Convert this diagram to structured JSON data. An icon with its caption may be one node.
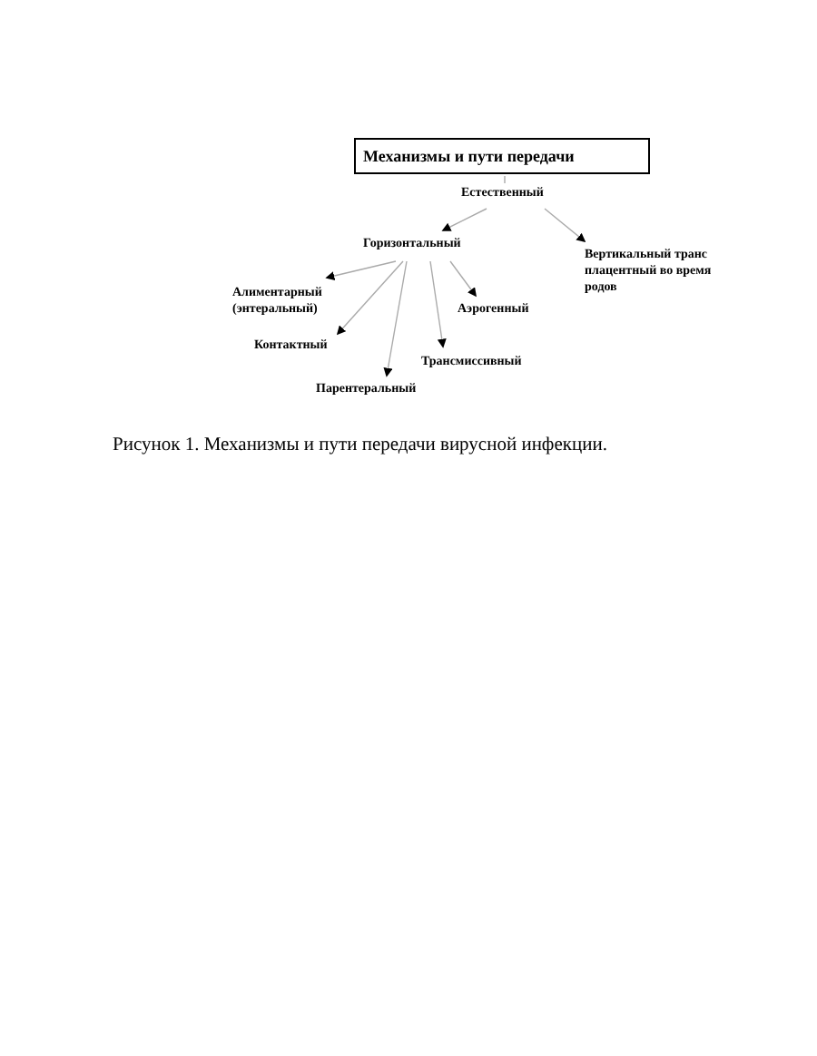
{
  "diagram": {
    "caption": "Рисунок 1. Механизмы и пути передачи вирусной инфекции.",
    "nodes": [
      {
        "text": [
          "Механизмы и пути передачи"
        ]
      },
      {
        "text": [
          "Естественный"
        ]
      },
      {
        "text": [
          "Горизонтальный"
        ]
      },
      {
        "text": [
          "Вертикальный транс плацентный во время родов"
        ]
      },
      {
        "text": [
          "Алиментарный (энтеральный)"
        ]
      },
      {
        "text": [
          "Контактный"
        ]
      },
      {
        "text": [
          "Парентеральный"
        ]
      },
      {
        "text": [
          "Трансмиссивный"
        ]
      },
      {
        "text": [
          "Аэрогенный"
        ]
      }
    ],
    "edges": [
      {
        "from": 0,
        "to": 1,
        "arrow": "none"
      },
      {
        "from": 1,
        "to": 2,
        "arrow": "to"
      },
      {
        "from": 1,
        "to": 3,
        "arrow": "to"
      },
      {
        "from": 2,
        "to": 4,
        "arrow": "to"
      },
      {
        "from": 2,
        "to": 5,
        "arrow": "to"
      },
      {
        "from": 2,
        "to": 6,
        "arrow": "to"
      },
      {
        "from": 2,
        "to": 7,
        "arrow": "to"
      },
      {
        "from": 2,
        "to": 8,
        "arrow": "to"
      }
    ]
  }
}
